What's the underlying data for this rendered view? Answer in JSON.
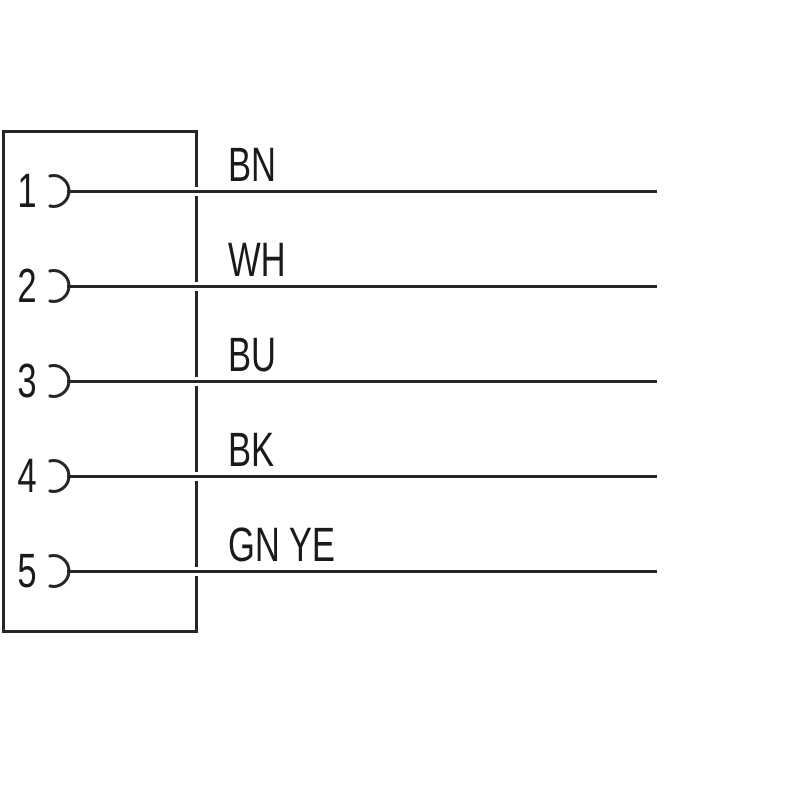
{
  "diagram": {
    "kind": "connector-pinout-wiring-diagram",
    "colors": {
      "background": "#ffffff",
      "line": "#262626",
      "text": "#1a1a1a"
    },
    "pins": [
      {
        "number": "1",
        "wire_label": "BN"
      },
      {
        "number": "2",
        "wire_label": "WH"
      },
      {
        "number": "3",
        "wire_label": "BU"
      },
      {
        "number": "4",
        "wire_label": "BK"
      },
      {
        "number": "5",
        "wire_label": "GN YE"
      }
    ]
  }
}
